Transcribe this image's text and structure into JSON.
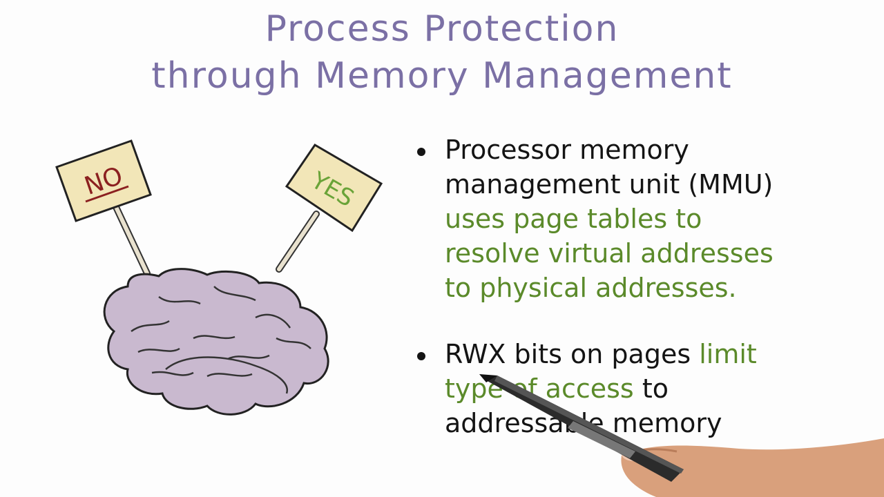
{
  "title": {
    "line1": "Process Protection",
    "line2": "through Memory Management"
  },
  "signs": {
    "no": "NO",
    "yes": "YES"
  },
  "bullets": [
    {
      "black1": "Processor memory",
      "black2": "management unit (MMU)",
      "green1": "uses page tables to",
      "green2": "resolve virtual addresses",
      "green3": "to physical addresses."
    },
    {
      "black1": "RWX bits on pages",
      "green1": "limit",
      "green2": "type of access",
      "black2": "to",
      "black3": "addressable memory"
    }
  ],
  "colors": {
    "title": "#7b70a5",
    "text": "#141414",
    "highlight": "#5b8a2a",
    "no_sign": "#8b2020",
    "yes_sign": "#6aa338",
    "sign_board": "#f2e6b8",
    "brain": "#c9b9cf"
  },
  "icons": [
    "brain-icon",
    "no-sign-icon",
    "yes-sign-icon",
    "pen-icon",
    "hand-icon"
  ]
}
